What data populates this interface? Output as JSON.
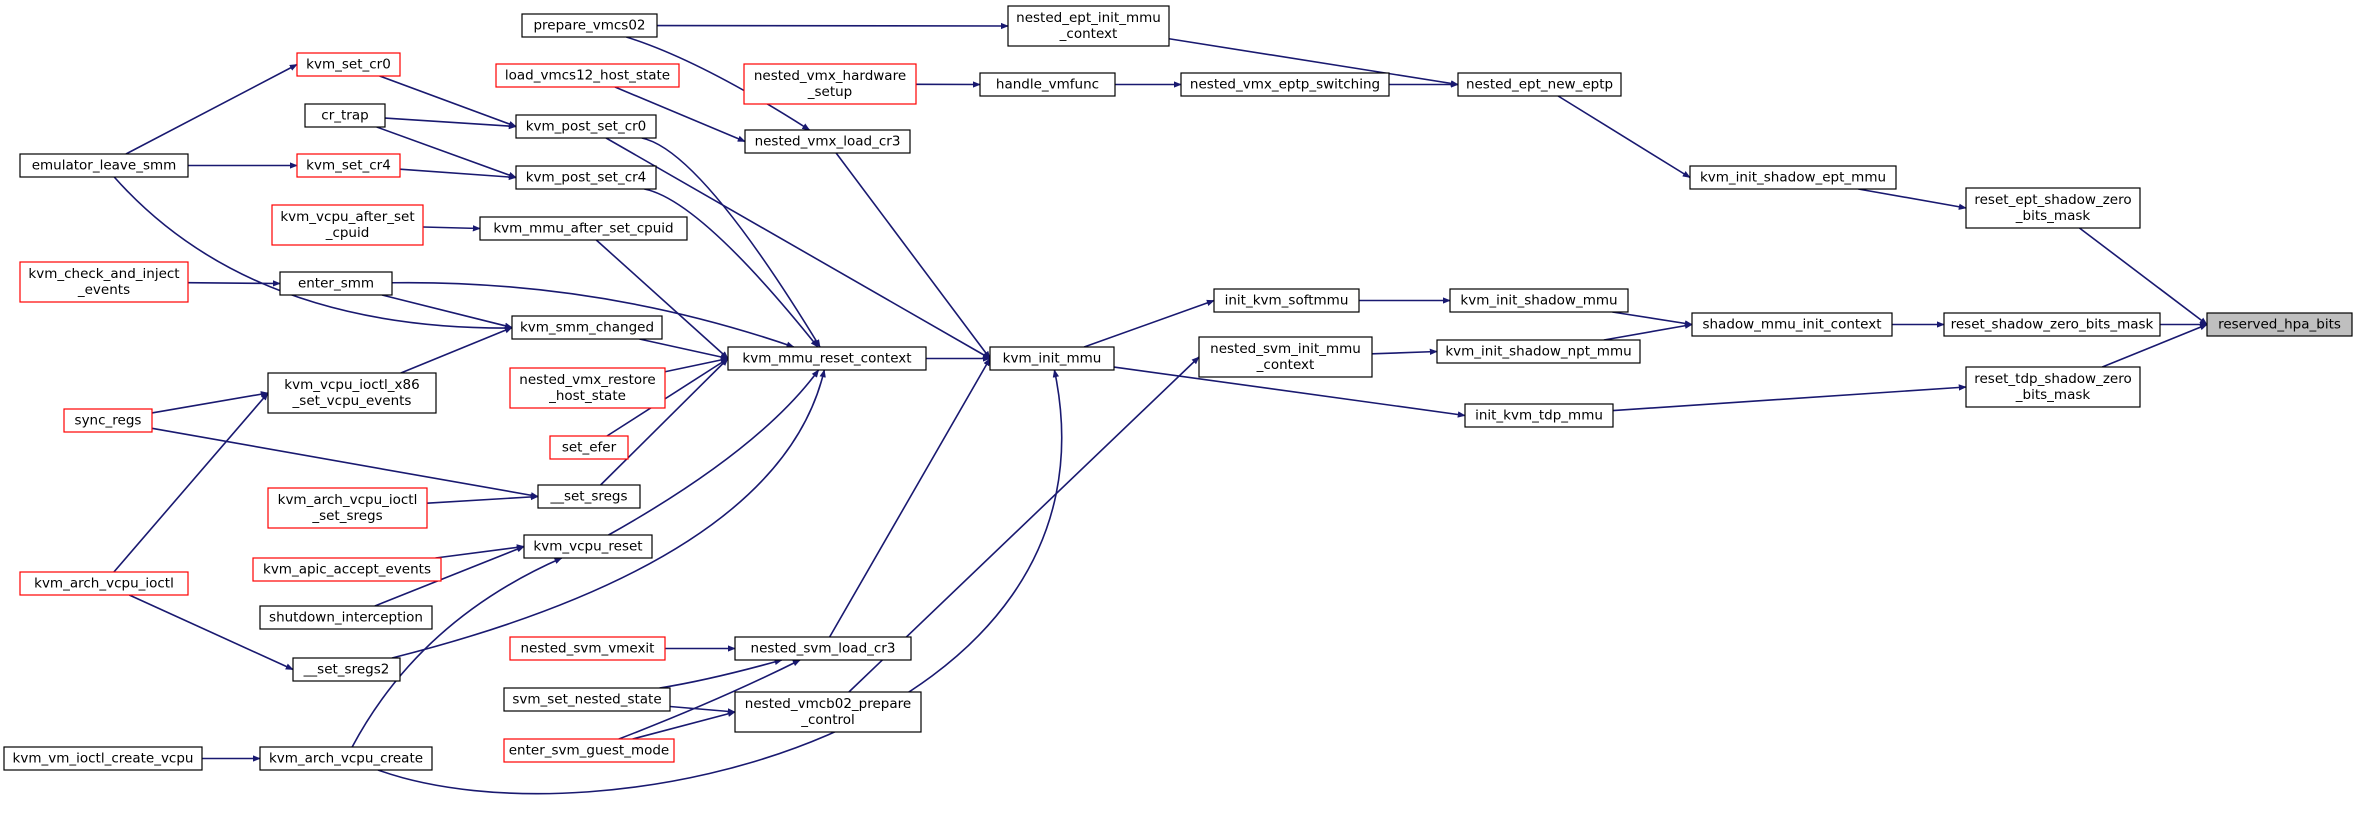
{
  "colors": {
    "edge": "#191970",
    "node_border": "#000000",
    "truncated_border": "#ff0000",
    "focus_fill": "#bfbfbf",
    "background": "#ffffff"
  },
  "nodes": [
    {
      "id": "reserved_hpa_bits",
      "lines": [
        "reserved_hpa_bits"
      ],
      "style": "focus"
    },
    {
      "id": "reset_ept_shadow_zero_bits_mask",
      "lines": [
        "reset_ept_shadow_zero",
        "_bits_mask"
      ],
      "style": "normal"
    },
    {
      "id": "reset_shadow_zero_bits_mask",
      "lines": [
        "reset_shadow_zero_bits_mask"
      ],
      "style": "normal"
    },
    {
      "id": "reset_tdp_shadow_zero_bits_mask",
      "lines": [
        "reset_tdp_shadow_zero",
        "_bits_mask"
      ],
      "style": "normal"
    },
    {
      "id": "kvm_init_shadow_ept_mmu",
      "lines": [
        "kvm_init_shadow_ept_mmu"
      ],
      "style": "normal"
    },
    {
      "id": "shadow_mmu_init_context",
      "lines": [
        "shadow_mmu_init_context"
      ],
      "style": "normal"
    },
    {
      "id": "init_kvm_tdp_mmu",
      "lines": [
        "init_kvm_tdp_mmu"
      ],
      "style": "normal"
    },
    {
      "id": "nested_ept_new_eptp",
      "lines": [
        "nested_ept_new_eptp"
      ],
      "style": "normal"
    },
    {
      "id": "kvm_init_shadow_mmu",
      "lines": [
        "kvm_init_shadow_mmu"
      ],
      "style": "normal"
    },
    {
      "id": "kvm_init_shadow_npt_mmu",
      "lines": [
        "kvm_init_shadow_npt_mmu"
      ],
      "style": "normal"
    },
    {
      "id": "nested_ept_init_mmu_context",
      "lines": [
        "nested_ept_init_mmu",
        "_context"
      ],
      "style": "normal"
    },
    {
      "id": "nested_vmx_eptp_switching",
      "lines": [
        "nested_vmx_eptp_switching"
      ],
      "style": "normal"
    },
    {
      "id": "init_kvm_softmmu",
      "lines": [
        "init_kvm_softmmu"
      ],
      "style": "normal"
    },
    {
      "id": "nested_svm_init_mmu_context",
      "lines": [
        "nested_svm_init_mmu",
        "_context"
      ],
      "style": "normal"
    },
    {
      "id": "prepare_vmcs02",
      "lines": [
        "prepare_vmcs02"
      ],
      "style": "normal"
    },
    {
      "id": "handle_vmfunc",
      "lines": [
        "handle_vmfunc"
      ],
      "style": "normal"
    },
    {
      "id": "nested_vmx_hardware_setup",
      "lines": [
        "nested_vmx_hardware",
        "_setup"
      ],
      "style": "red"
    },
    {
      "id": "kvm_init_mmu",
      "lines": [
        "kvm_init_mmu"
      ],
      "style": "normal"
    },
    {
      "id": "nested_vmx_load_cr3",
      "lines": [
        "nested_vmx_load_cr3"
      ],
      "style": "normal"
    },
    {
      "id": "kvm_mmu_reset_context",
      "lines": [
        "kvm_mmu_reset_context"
      ],
      "style": "normal"
    },
    {
      "id": "nested_svm_load_cr3",
      "lines": [
        "nested_svm_load_cr3"
      ],
      "style": "normal"
    },
    {
      "id": "nested_vmcb02_prepare_control",
      "lines": [
        "nested_vmcb02_prepare",
        "_control"
      ],
      "style": "normal"
    },
    {
      "id": "kvm_arch_vcpu_create",
      "lines": [
        "kvm_arch_vcpu_create"
      ],
      "style": "normal"
    },
    {
      "id": "load_vmcs12_host_state",
      "lines": [
        "load_vmcs12_host_state"
      ],
      "style": "red"
    },
    {
      "id": "kvm_post_set_cr0",
      "lines": [
        "kvm_post_set_cr0"
      ],
      "style": "normal"
    },
    {
      "id": "kvm_post_set_cr4",
      "lines": [
        "kvm_post_set_cr4"
      ],
      "style": "normal"
    },
    {
      "id": "kvm_mmu_after_set_cpuid",
      "lines": [
        "kvm_mmu_after_set_cpuid"
      ],
      "style": "normal"
    },
    {
      "id": "enter_smm",
      "lines": [
        "enter_smm"
      ],
      "style": "normal"
    },
    {
      "id": "kvm_smm_changed",
      "lines": [
        "kvm_smm_changed"
      ],
      "style": "normal"
    },
    {
      "id": "nested_vmx_restore_host_state",
      "lines": [
        "nested_vmx_restore",
        "_host_state"
      ],
      "style": "red"
    },
    {
      "id": "set_efer",
      "lines": [
        "set_efer"
      ],
      "style": "red"
    },
    {
      "id": "__set_sregs",
      "lines": [
        "__set_sregs"
      ],
      "style": "normal"
    },
    {
      "id": "kvm_vcpu_reset",
      "lines": [
        "kvm_vcpu_reset"
      ],
      "style": "normal"
    },
    {
      "id": "__set_sregs2",
      "lines": [
        "__set_sregs2"
      ],
      "style": "normal"
    },
    {
      "id": "nested_svm_vmexit",
      "lines": [
        "nested_svm_vmexit"
      ],
      "style": "red"
    },
    {
      "id": "svm_set_nested_state",
      "lines": [
        "svm_set_nested_state"
      ],
      "style": "normal"
    },
    {
      "id": "enter_svm_guest_mode",
      "lines": [
        "enter_svm_guest_mode"
      ],
      "style": "red"
    },
    {
      "id": "kvm_vm_ioctl_create_vcpu",
      "lines": [
        "kvm_vm_ioctl_create_vcpu"
      ],
      "style": "normal"
    },
    {
      "id": "kvm_set_cr0",
      "lines": [
        "kvm_set_cr0"
      ],
      "style": "red"
    },
    {
      "id": "cr_trap",
      "lines": [
        "cr_trap"
      ],
      "style": "normal"
    },
    {
      "id": "kvm_set_cr4",
      "lines": [
        "kvm_set_cr4"
      ],
      "style": "red"
    },
    {
      "id": "kvm_vcpu_after_set_cpuid",
      "lines": [
        "kvm_vcpu_after_set",
        "_cpuid"
      ],
      "style": "red"
    },
    {
      "id": "kvm_vcpu_ioctl_x86_set_vcpu_events",
      "lines": [
        "kvm_vcpu_ioctl_x86",
        "_set_vcpu_events"
      ],
      "style": "normal"
    },
    {
      "id": "kvm_arch_vcpu_ioctl_set_sregs",
      "lines": [
        "kvm_arch_vcpu_ioctl",
        "_set_sregs"
      ],
      "style": "red"
    },
    {
      "id": "kvm_apic_accept_events",
      "lines": [
        "kvm_apic_accept_events"
      ],
      "style": "red"
    },
    {
      "id": "shutdown_interception",
      "lines": [
        "shutdown_interception"
      ],
      "style": "normal"
    },
    {
      "id": "emulator_leave_smm",
      "lines": [
        "emulator_leave_smm"
      ],
      "style": "normal"
    },
    {
      "id": "kvm_check_and_inject_events",
      "lines": [
        "kvm_check_and_inject",
        "_events"
      ],
      "style": "red"
    },
    {
      "id": "sync_regs",
      "lines": [
        "sync_regs"
      ],
      "style": "red"
    },
    {
      "id": "kvm_arch_vcpu_ioctl",
      "lines": [
        "kvm_arch_vcpu_ioctl"
      ],
      "style": "red"
    }
  ],
  "edges": [
    [
      "reset_ept_shadow_zero_bits_mask",
      "reserved_hpa_bits"
    ],
    [
      "reset_shadow_zero_bits_mask",
      "reserved_hpa_bits"
    ],
    [
      "reset_tdp_shadow_zero_bits_mask",
      "reserved_hpa_bits"
    ],
    [
      "kvm_init_shadow_ept_mmu",
      "reset_ept_shadow_zero_bits_mask"
    ],
    [
      "shadow_mmu_init_context",
      "reset_shadow_zero_bits_mask"
    ],
    [
      "init_kvm_tdp_mmu",
      "reset_tdp_shadow_zero_bits_mask"
    ],
    [
      "nested_ept_new_eptp",
      "kvm_init_shadow_ept_mmu"
    ],
    [
      "kvm_init_shadow_mmu",
      "shadow_mmu_init_context"
    ],
    [
      "kvm_init_shadow_npt_mmu",
      "shadow_mmu_init_context"
    ],
    [
      "nested_ept_init_mmu_context",
      "nested_ept_new_eptp"
    ],
    [
      "nested_vmx_eptp_switching",
      "nested_ept_new_eptp"
    ],
    [
      "init_kvm_softmmu",
      "kvm_init_shadow_mmu"
    ],
    [
      "nested_svm_init_mmu_context",
      "kvm_init_shadow_npt_mmu"
    ],
    [
      "kvm_init_mmu",
      "init_kvm_tdp_mmu"
    ],
    [
      "prepare_vmcs02",
      "nested_ept_init_mmu_context"
    ],
    [
      "handle_vmfunc",
      "nested_vmx_eptp_switching"
    ],
    [
      "nested_vmx_hardware_setup",
      "handle_vmfunc"
    ],
    [
      "kvm_init_mmu",
      "init_kvm_softmmu"
    ],
    [
      "nested_vmcb02_prepare_control",
      "nested_svm_init_mmu_context"
    ],
    [
      "nested_vmx_load_cr3",
      "kvm_init_mmu"
    ],
    [
      "kvm_mmu_reset_context",
      "kvm_init_mmu"
    ],
    [
      "nested_svm_load_cr3",
      "kvm_init_mmu"
    ],
    [
      "kvm_arch_vcpu_create",
      "kvm_init_mmu"
    ],
    [
      "kvm_post_set_cr0",
      "kvm_init_mmu"
    ],
    [
      "prepare_vmcs02",
      "nested_vmx_load_cr3"
    ],
    [
      "load_vmcs12_host_state",
      "nested_vmx_load_cr3"
    ],
    [
      "kvm_post_set_cr0",
      "kvm_mmu_reset_context"
    ],
    [
      "kvm_post_set_cr4",
      "kvm_mmu_reset_context"
    ],
    [
      "kvm_mmu_after_set_cpuid",
      "kvm_mmu_reset_context"
    ],
    [
      "enter_smm",
      "kvm_mmu_reset_context"
    ],
    [
      "kvm_smm_changed",
      "kvm_mmu_reset_context"
    ],
    [
      "nested_vmx_restore_host_state",
      "kvm_mmu_reset_context"
    ],
    [
      "set_efer",
      "kvm_mmu_reset_context"
    ],
    [
      "__set_sregs",
      "kvm_mmu_reset_context"
    ],
    [
      "kvm_vcpu_reset",
      "kvm_mmu_reset_context"
    ],
    [
      "__set_sregs2",
      "kvm_mmu_reset_context"
    ],
    [
      "nested_svm_vmexit",
      "nested_svm_load_cr3"
    ],
    [
      "svm_set_nested_state",
      "nested_svm_load_cr3"
    ],
    [
      "enter_svm_guest_mode",
      "nested_svm_load_cr3"
    ],
    [
      "enter_svm_guest_mode",
      "nested_vmcb02_prepare_control"
    ],
    [
      "svm_set_nested_state",
      "nested_vmcb02_prepare_control"
    ],
    [
      "kvm_vm_ioctl_create_vcpu",
      "kvm_arch_vcpu_create"
    ],
    [
      "kvm_set_cr0",
      "kvm_post_set_cr0"
    ],
    [
      "cr_trap",
      "kvm_post_set_cr0"
    ],
    [
      "cr_trap",
      "kvm_post_set_cr4"
    ],
    [
      "kvm_set_cr4",
      "kvm_post_set_cr4"
    ],
    [
      "kvm_vcpu_after_set_cpuid",
      "kvm_mmu_after_set_cpuid"
    ],
    [
      "kvm_check_and_inject_events",
      "enter_smm"
    ],
    [
      "enter_smm",
      "kvm_smm_changed"
    ],
    [
      "emulator_leave_smm",
      "kvm_smm_changed"
    ],
    [
      "kvm_vcpu_ioctl_x86_set_vcpu_events",
      "kvm_smm_changed"
    ],
    [
      "sync_regs",
      "kvm_vcpu_ioctl_x86_set_vcpu_events"
    ],
    [
      "kvm_arch_vcpu_ioctl",
      "kvm_vcpu_ioctl_x86_set_vcpu_events"
    ],
    [
      "sync_regs",
      "__set_sregs"
    ],
    [
      "kvm_arch_vcpu_ioctl_set_sregs",
      "__set_sregs"
    ],
    [
      "kvm_apic_accept_events",
      "kvm_vcpu_reset"
    ],
    [
      "shutdown_interception",
      "kvm_vcpu_reset"
    ],
    [
      "kvm_arch_vcpu_create",
      "kvm_vcpu_reset"
    ],
    [
      "kvm_arch_vcpu_ioctl",
      "__set_sregs2"
    ],
    [
      "emulator_leave_smm",
      "kvm_set_cr0"
    ],
    [
      "emulator_leave_smm",
      "kvm_set_cr4"
    ]
  ]
}
